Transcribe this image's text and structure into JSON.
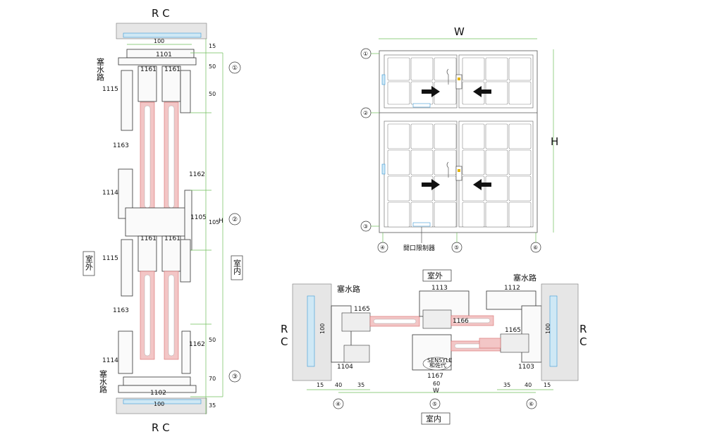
{
  "left": {
    "rc_top": "R C",
    "rc_bottom": "R C",
    "drain_top": "塞水路",
    "drain_bottom": "塞水路",
    "outside": "室外",
    "inside": "室内",
    "h": "H",
    "parts": {
      "p1101": "1101",
      "p1161a": "1161",
      "p1161b": "1161",
      "p1115a": "1115",
      "p1163a": "1163",
      "p1162a": "1162",
      "p1114a": "1114",
      "p1105": "1105",
      "p1161c": "1161",
      "p1161d": "1161",
      "p1115b": "1115",
      "p1163b": "1163",
      "p1162b": "1162",
      "p1114b": "1114",
      "p1102": "1102"
    },
    "dims": {
      "d100t": "100",
      "d15": "15",
      "d50a": "50",
      "d50b": "50",
      "d105": "105",
      "d50c": "50",
      "d70": "70",
      "d35": "35",
      "d100b": "100"
    },
    "circles": [
      "①",
      "②",
      "③"
    ]
  },
  "elev": {
    "w": "W",
    "h": "H",
    "limiter": "開口限制器",
    "circles": [
      "①",
      "②",
      "③",
      "④",
      "⑤",
      "⑥"
    ]
  },
  "plan": {
    "outside": "室外",
    "inside": "室内",
    "drain_left": "塞水路",
    "drain_right": "塞水路",
    "rc_left": [
      "R",
      "C"
    ],
    "rc_right": [
      "R",
      "C"
    ],
    "w": "W",
    "parts": {
      "p1165a": "1165",
      "p1113": "1113",
      "p1112": "1112",
      "p1166": "1166",
      "p1165b": "1165",
      "p1104": "1104",
      "p1167": "1167",
      "p1103": "1103"
    },
    "dims": {
      "d15l": "15",
      "d40l": "40",
      "d35l": "35",
      "d60": "60",
      "d35r": "35",
      "d40r": "40",
      "d15r": "15",
      "d100l": "100",
      "d100r": "100"
    },
    "brand": [
      "SENSYLE",
      "和佐代"
    ],
    "circles": [
      "④",
      "⑤",
      "⑥"
    ]
  },
  "colors": {
    "glass": "#f3c6c6",
    "seal": "#cfe8f5",
    "dim": "#6fbf5a",
    "arrow": "#111111"
  }
}
